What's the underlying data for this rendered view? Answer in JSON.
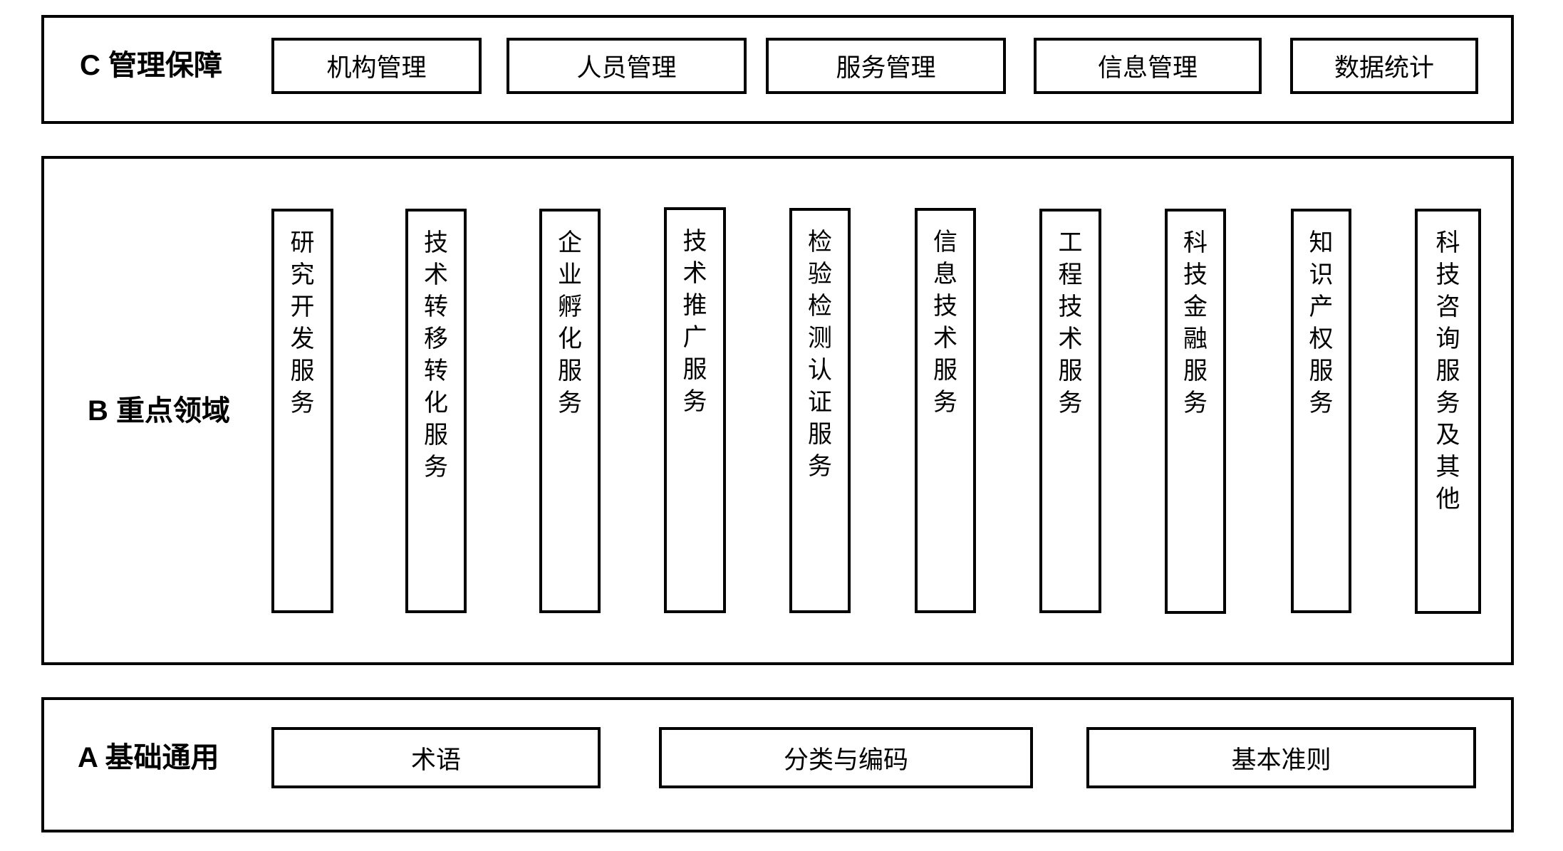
{
  "layers": {
    "C": {
      "label": "C 管理保障",
      "items": [
        "机构管理",
        "人员管理",
        "服务管理",
        "信息管理",
        "数据统计"
      ]
    },
    "B": {
      "label": "B 重点领域",
      "items": [
        "研究开发服务",
        "技术转移转化服务",
        "企业孵化服务",
        "技术推广服务",
        "检验检测认证服务",
        "信息技术服务",
        "工程技术服务",
        "科技金融服务",
        "知识产权服务",
        "科技咨询服务及其他"
      ]
    },
    "A": {
      "label": "A 基础通用",
      "items": [
        "术语",
        "分类与编码",
        "基本准则"
      ]
    }
  },
  "colors": {
    "border": "#000000",
    "background": "#ffffff",
    "text": "#000000"
  }
}
